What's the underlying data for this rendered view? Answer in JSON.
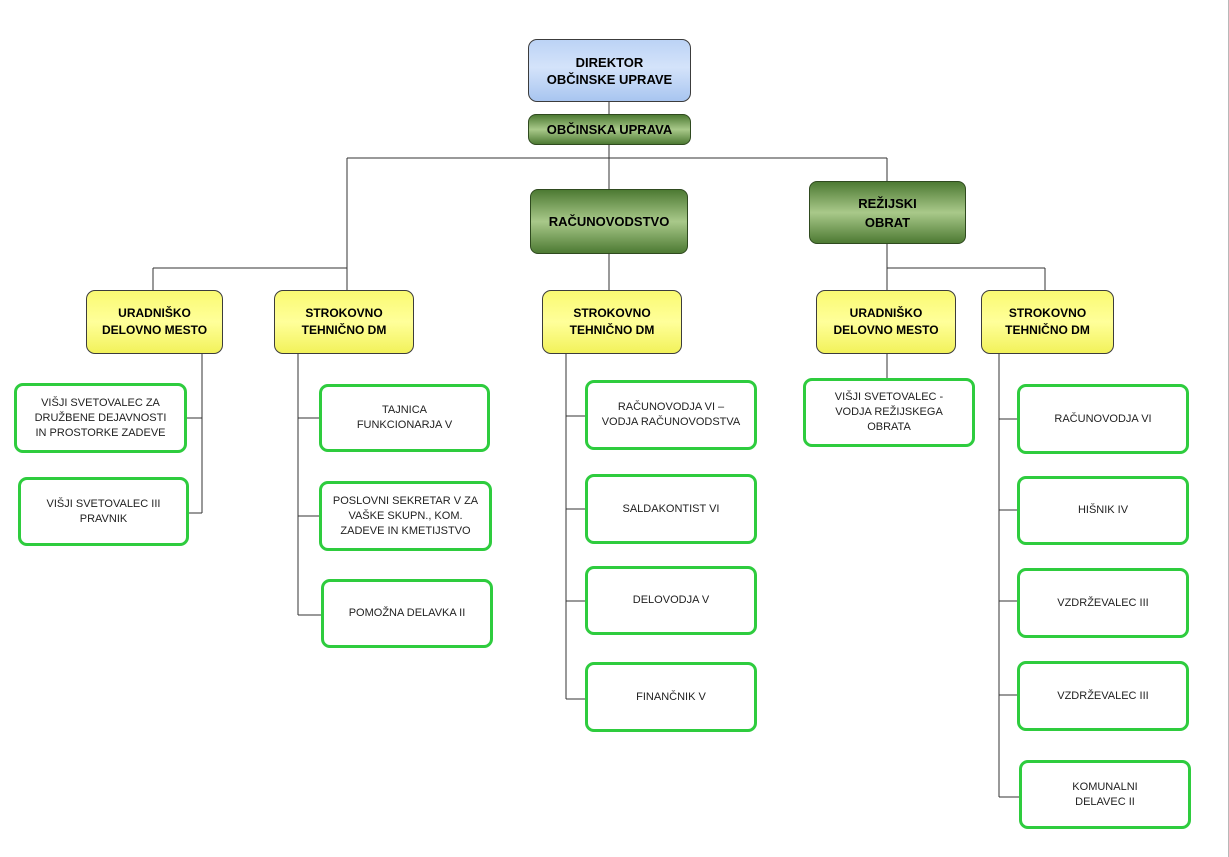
{
  "director": "DIREKTOR\nOBČINSKE UPRAVE",
  "obcinska_uprava": "OBČINSKA UPRAVA",
  "racunovodstvo": "RAČUNOVODSTVO",
  "rezijski_obrat": "REŽIJSKI\nOBRAT",
  "group_left": {
    "uradnisko": "URADNIŠKO\nDELOVNO MESTO",
    "uradnisko_items": [
      "VIŠJI SVETOVALEC ZA\nDRUŽBENE DEJAVNOSTI\nIN PROSTORKE ZADEVE",
      "VIŠJI SVETOVALEC III\nPRAVNIK"
    ],
    "strokovno": "STROKOVNO\nTEHNIČNO DM",
    "strokovno_items": [
      "TAJNICA\nFUNKCIONARJA V",
      "POSLOVNI SEKRETAR V ZA\nVAŠKE SKUPN., KOM.\nZADEVE IN KMETIJSTVO",
      "POMOŽNA DELAVKA II"
    ]
  },
  "group_middle": {
    "strokovno": "STROKOVNO\nTEHNIČNO DM",
    "strokovno_items": [
      "RAČUNOVODJA VI –\nVODJA RAČUNOVODSTVA",
      "SALDAKONTIST VI",
      "DELOVODJA V",
      "FINANČNIK V"
    ]
  },
  "group_right": {
    "uradnisko": "URADNIŠKO\nDELOVNO MESTO",
    "uradnisko_items": [
      "VIŠJI SVETOVALEC -\nVODJA REŽIJSKEGA\nOBRATA"
    ],
    "strokovno": "STROKOVNO\nTEHNIČNO DM",
    "strokovno_items": [
      "RAČUNOVODJA VI",
      "HIŠNIK IV",
      "VZDRŽEVALEC III",
      "VZDRŽEVALEC III",
      "KOMUNALNI\nDELAVEC II"
    ]
  }
}
